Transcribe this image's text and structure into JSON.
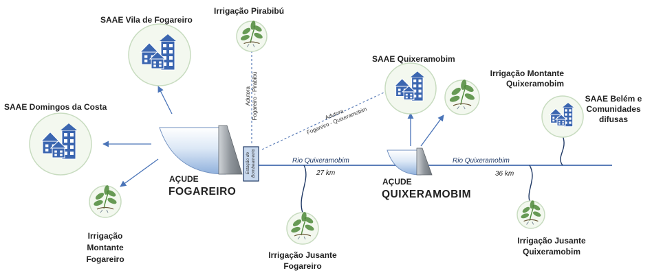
{
  "nodes": {
    "saae_vila_fogareiro": "SAAE Vila de Fogareiro",
    "irrigacao_pirabibu": "Irrigação Pirabibú",
    "saae_domingos_costa": "SAAE Domingos da Costa",
    "saae_quixeramobim": "SAAE Quixeramobim",
    "irrigacao_montante_quixeramobim": [
      "Irrigação Montante",
      "Quixeramobim"
    ],
    "saae_belem": [
      "SAAE Belém e",
      "Comunidades",
      "difusas"
    ],
    "irrigacao_montante_fogareiro": [
      "Irrigação",
      "Montante",
      "Fogareiro"
    ],
    "irrigacao_jusante_fogareiro": [
      "Irrigação Jusante",
      "Fogareiro"
    ],
    "irrigacao_jusante_quixeramobim": [
      "Irrigação Jusante",
      "Quixeramobim"
    ]
  },
  "reservoirs": {
    "fogareiro": [
      "AÇUDE",
      "FOGAREIRO"
    ],
    "quixeramobim": [
      "AÇUDE",
      "QUIXERAMOBIM"
    ]
  },
  "pipelines": {
    "pirabibu": [
      "Adutora",
      "Fogareiro - Pirabibú"
    ],
    "quixeramobim": [
      "Adutora",
      "Fogareiro - Quixeramobim"
    ]
  },
  "pump_station": [
    "Estação de",
    "Bombeamento"
  ],
  "river": {
    "segment1_name": "Rio Quixeramobim",
    "segment1_distance": "27 km",
    "segment2_name": "Rio Quixeramobim",
    "segment2_distance": "36 km"
  },
  "colors": {
    "river": "#5b7db8",
    "arrow": "#4a74b8",
    "house": "#3b66b0",
    "plant": "#4e8a3a",
    "circle_fill": "#f3f8ef",
    "circle_stroke": "#c8dcc0",
    "water": "#b8cde8",
    "dam": "#9aa0a6",
    "pump_station": "#c9d9ee"
  },
  "icons": [
    "houses-icon",
    "plant-icon"
  ]
}
